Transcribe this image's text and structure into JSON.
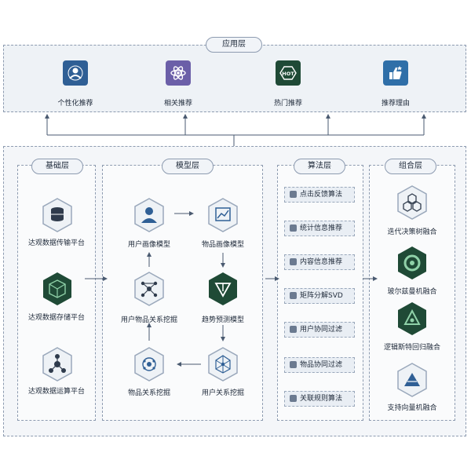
{
  "app_layer": {
    "title": "应用层",
    "items": [
      {
        "label": "个性化推荐",
        "icon": "person-network-icon",
        "color": "#2f5f95"
      },
      {
        "label": "相关推荐",
        "icon": "atom-icon",
        "color": "#6b5fa8"
      },
      {
        "label": "热门推荐",
        "icon": "hot-badge-icon",
        "color": "#1f4a36"
      },
      {
        "label": "推荐理由",
        "icon": "thumbs-up-icon",
        "color": "#2f6fa8"
      }
    ]
  },
  "base_layer": {
    "title": "基础层",
    "items": [
      {
        "label": "达观数据传输平台",
        "icon": "database-stack-icon"
      },
      {
        "label": "达观数据存储平台",
        "icon": "cube-icon"
      },
      {
        "label": "达观数据运算平台",
        "icon": "network-nodes-icon"
      }
    ]
  },
  "model_layer": {
    "title": "模型层",
    "items": [
      {
        "label": "用户画像模型",
        "icon": "user-icon"
      },
      {
        "label": "物品画像模型",
        "icon": "chart-icon"
      },
      {
        "label": "用户物品关系挖掘",
        "icon": "graph-icon"
      },
      {
        "label": "趋势预测模型",
        "icon": "arrow-down-triangle-icon"
      },
      {
        "label": "物品关系挖掘",
        "icon": "molecule-icon"
      },
      {
        "label": "用户关系挖掘",
        "icon": "mesh-icon"
      }
    ]
  },
  "algo_layer": {
    "title": "算法层",
    "items": [
      "点击反馈算法",
      "统计信息推荐",
      "内容信息推荐",
      "矩阵分解SVD",
      "用户协同过滤",
      "物品协同过滤",
      "关联规则算法"
    ]
  },
  "combo_layer": {
    "title": "组合层",
    "items": [
      {
        "label": "迭代决策树融合",
        "icon": "honeycomb-icon"
      },
      {
        "label": "玻尔兹曼机融合",
        "icon": "ring-icon"
      },
      {
        "label": "逻辑斯特回归融合",
        "icon": "recycle-icon"
      },
      {
        "label": "支持向量机融合",
        "icon": "pyramid-icon"
      }
    ]
  },
  "colors": {
    "accent": "#3a6ea5",
    "line": "#4a5a70",
    "frame": "#8d9bb0",
    "hex_dark": "#1f4a36"
  }
}
